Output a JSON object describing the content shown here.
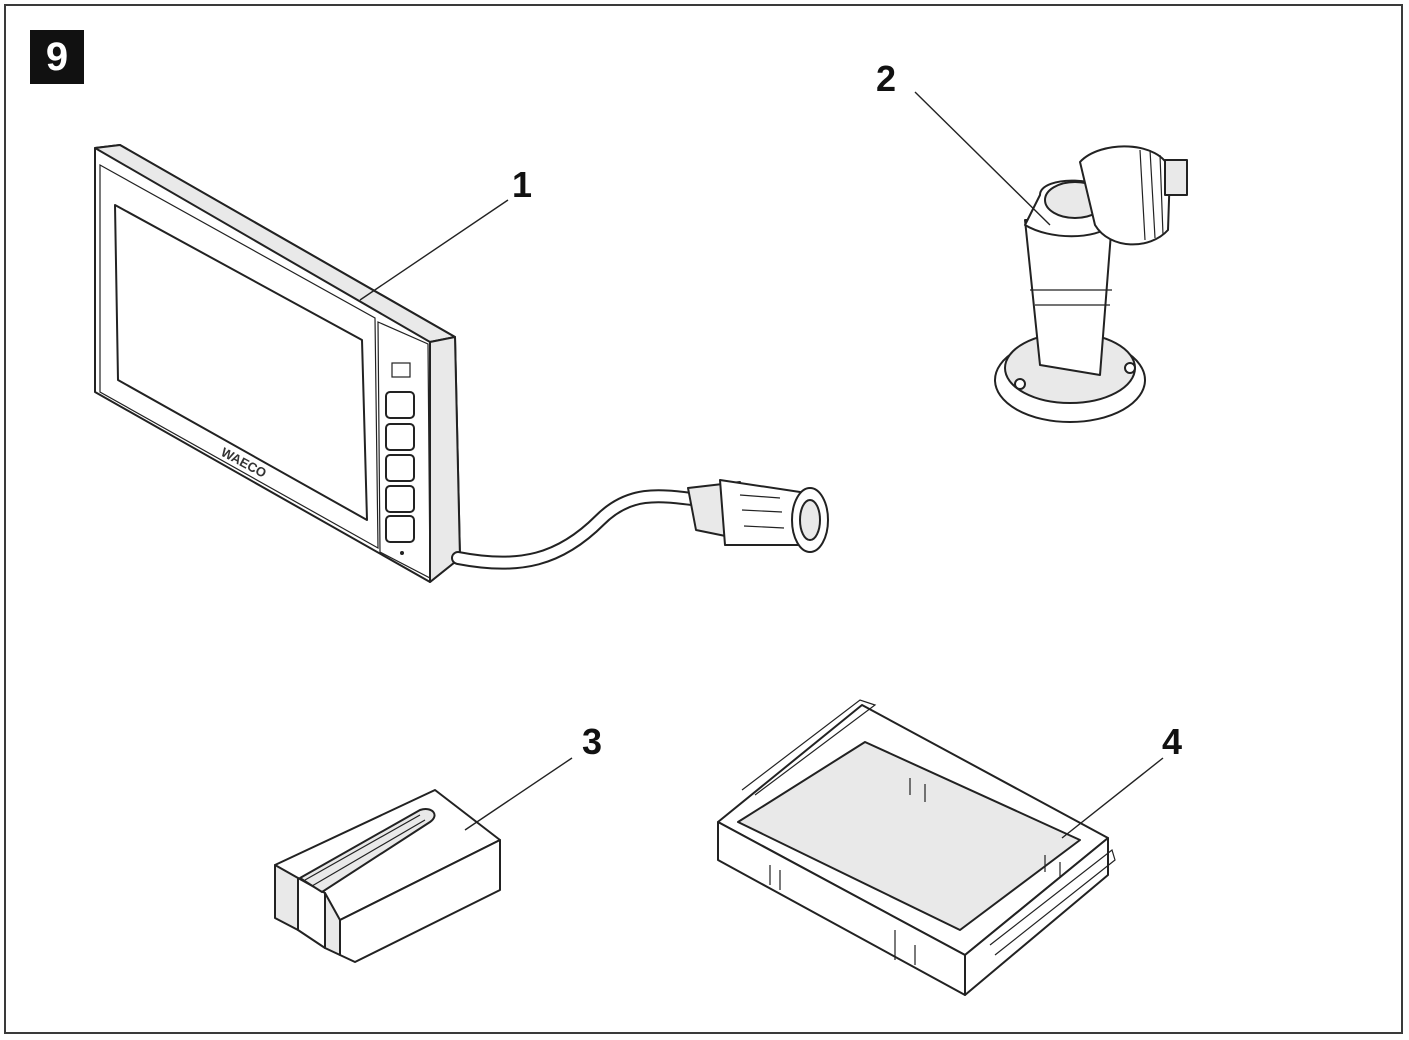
{
  "figure": {
    "number": "9"
  },
  "callouts": [
    {
      "id": "1",
      "label": "1"
    },
    {
      "id": "2",
      "label": "2"
    },
    {
      "id": "3",
      "label": "3"
    },
    {
      "id": "4",
      "label": "4"
    }
  ],
  "monitor": {
    "brand_text": "WAECO"
  }
}
